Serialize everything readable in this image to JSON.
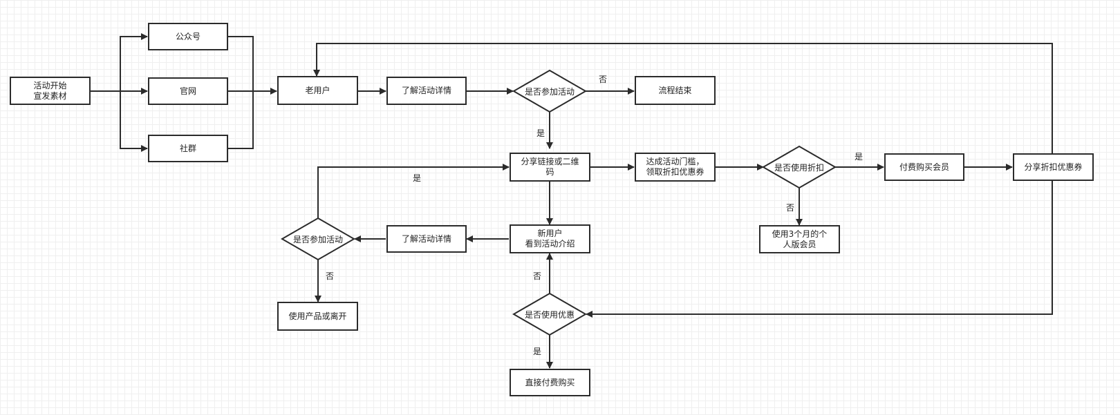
{
  "nodes": {
    "start": "活动开始\n宣发素材",
    "gongzhonghao": "公众号",
    "guanwang": "官网",
    "shequn": "社群",
    "old_user": "老用户",
    "learn1": "了解活动详情",
    "decide1": "是否参加活动",
    "end_flow": "流程结束",
    "share_link": "分享链接或二维\n码",
    "reach_threshold": "达成活动门槛，\n领取折扣优惠券",
    "decide_use_discount": "是否使用折扣",
    "pay_member": "付费购买会员",
    "share_coupon": "分享折扣优惠券",
    "use_3months": "使用3个月的个\n人版会员",
    "new_user": "新用户\n看到活动介绍",
    "learn2": "了解活动详情",
    "decide2": "是否参加活动",
    "use_or_leave": "使用产品或离开",
    "decide_use_coupon": "是否使用优惠",
    "direct_pay": "直接付费购买"
  },
  "labels": {
    "no_end": "否",
    "yes_share": "是",
    "yes_left": "是",
    "yes_pay": "是",
    "no_3months": "否",
    "no_leave": "否",
    "no_newuser": "否",
    "yes_direct": "是"
  }
}
